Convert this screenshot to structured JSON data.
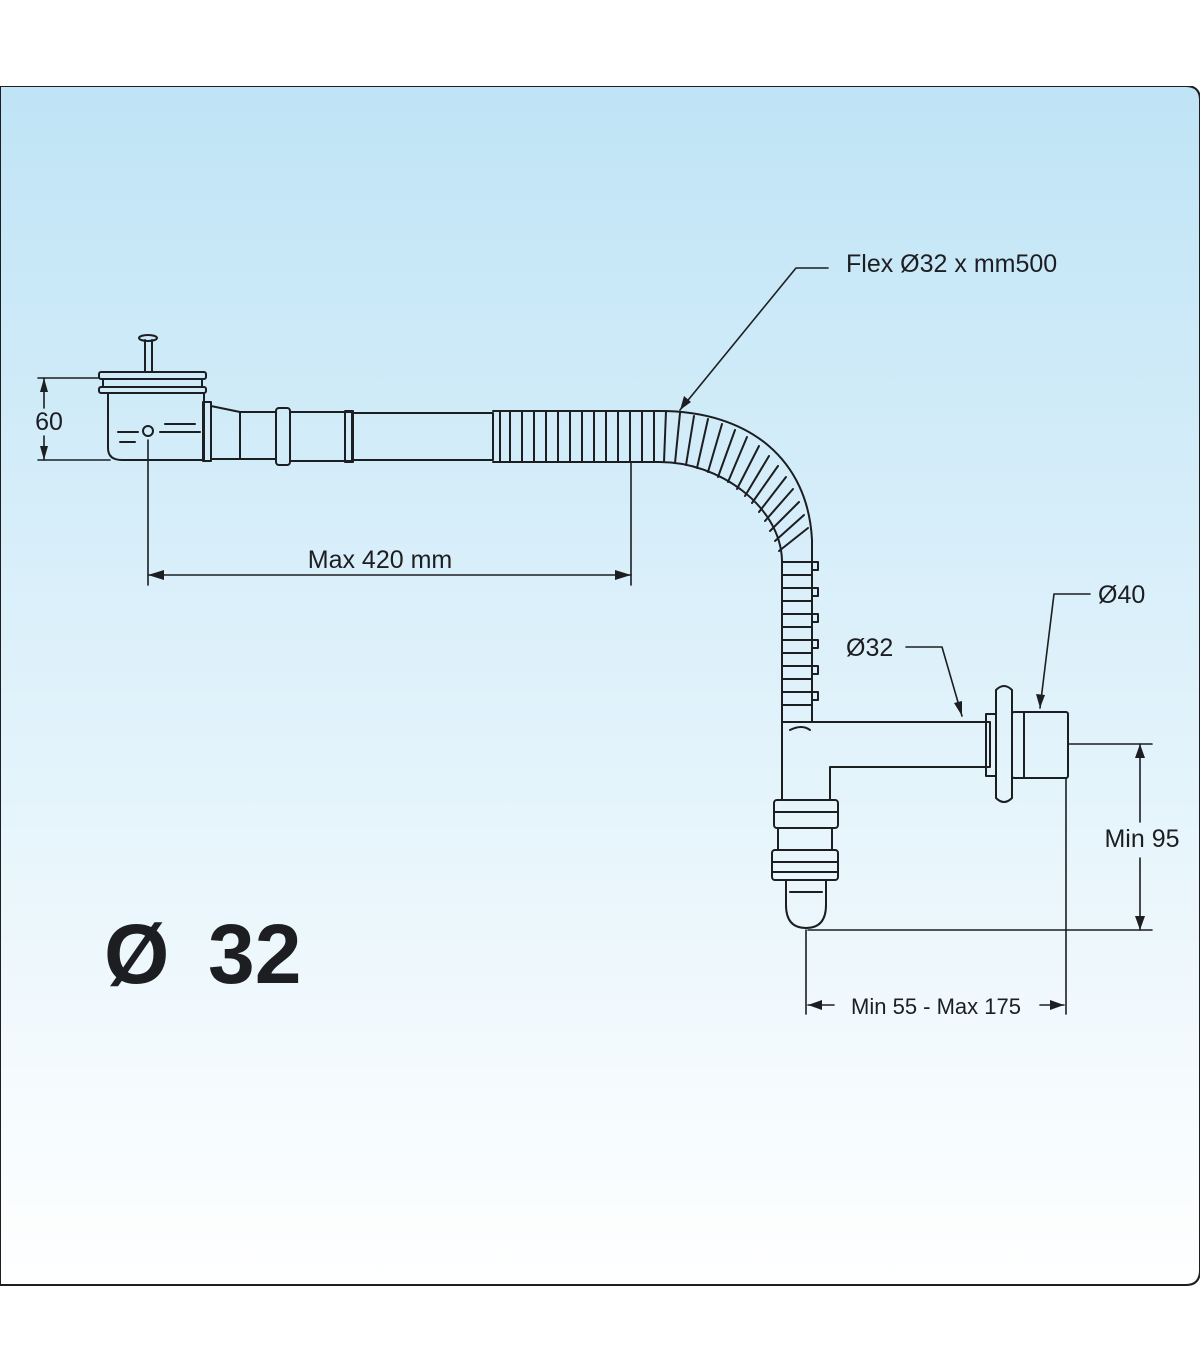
{
  "labels": {
    "height_left": "60",
    "horizontal_reach": "Max 420 mm",
    "flex_hose": "Flex Ø32 x mm500",
    "outlet_diameter": "Ø40",
    "inlet_diameter": "Ø32",
    "min_height": "Min 95",
    "horizontal_adjust": "Min 55 - Max 175"
  },
  "title": {
    "symbol": "Ø",
    "size": "32"
  },
  "colors": {
    "background_top": "#bfe4f6",
    "background_bottom": "#ffffff",
    "line": "#1c1e22"
  }
}
